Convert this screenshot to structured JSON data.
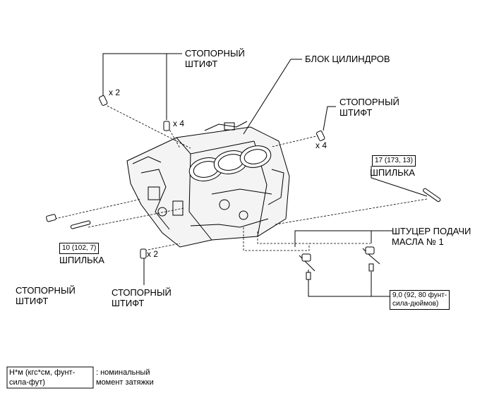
{
  "labels": {
    "dowel_pin_top": [
      "СТОПОРНЫЙ",
      "ШТИФТ"
    ],
    "cylinder_block": "БЛОК ЦИЛИНДРОВ",
    "dowel_pin_right": [
      "СТОПОРНЫЙ",
      "ШТИФТ"
    ],
    "stud_right": "ШПИЛЬКА",
    "stud_left": "ШПИЛЬКА",
    "oil_nozzle": [
      "ШТУЦЕР ПОДАЧИ",
      "МАСЛА № 1"
    ],
    "dowel_pin_bottom_left": [
      "СТОПОРНЫЙ",
      "ШТИФТ"
    ],
    "dowel_pin_bottom_mid": [
      "СТОПОРНЫЙ",
      "ШТИФТ"
    ]
  },
  "quantities": {
    "top_left_pin": "x 2",
    "top_mid_pin": "x 4",
    "right_pin": "x 4",
    "bottom_pin": "x 2"
  },
  "torques": {
    "stud_right": "17 (173, 13)",
    "stud_left": "10 (102, 7)",
    "oil_nozzle": [
      "9,0 (92, 80 фунт-",
      "сила-дюймов)"
    ]
  },
  "legend": {
    "units": [
      "Н*м (кгс*см, фунт-",
      "сила-фут)"
    ],
    "description": [
      ": номинальный",
      "момент затяжки"
    ]
  }
}
